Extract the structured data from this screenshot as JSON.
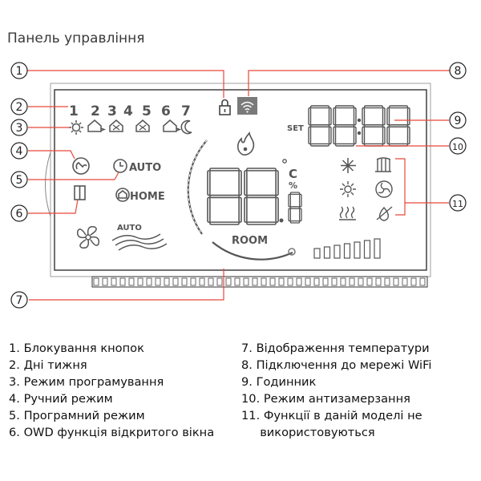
{
  "title": "Панель управління",
  "display": {
    "days": [
      "1",
      "2",
      "3",
      "4",
      "5",
      "6",
      "7"
    ],
    "set_label": "SET",
    "auto_label": "AUTO",
    "home_label": "HOME",
    "fan_auto_label": "AUTO",
    "room_label": "ROOM",
    "celsius_label": "C",
    "percent_label": "%"
  },
  "callouts": [
    "1",
    "2",
    "3",
    "4",
    "5",
    "6",
    "7",
    "8",
    "9",
    "10",
    "11"
  ],
  "legend_left": [
    "1. Блокування кнопок",
    "2. Дні тижня",
    "3. Режим програмування",
    "4. Ручний режим",
    "5. Програмний режим",
    "6. OWD функція відкритого вікна"
  ],
  "legend_right": [
    "7. Відображення температури",
    "8. Підключення до мережі WiFi",
    "9. Годинник",
    "10. Режим антизамерзання",
    "11. Функції в даній моделі не",
    "     використовуються"
  ],
  "colors": {
    "leader_line": "#e8473a",
    "lcd_ink": "#555555",
    "wifi_bg": "#7a7a7a"
  },
  "icons": [
    "lock-icon",
    "wifi-icon",
    "sun-icon",
    "house-icon",
    "moon-icon",
    "hand-icon",
    "clock-icon",
    "home-icon",
    "window-icon",
    "fan-icon",
    "flame-icon",
    "snowflake-icon",
    "gauge-icon"
  ]
}
